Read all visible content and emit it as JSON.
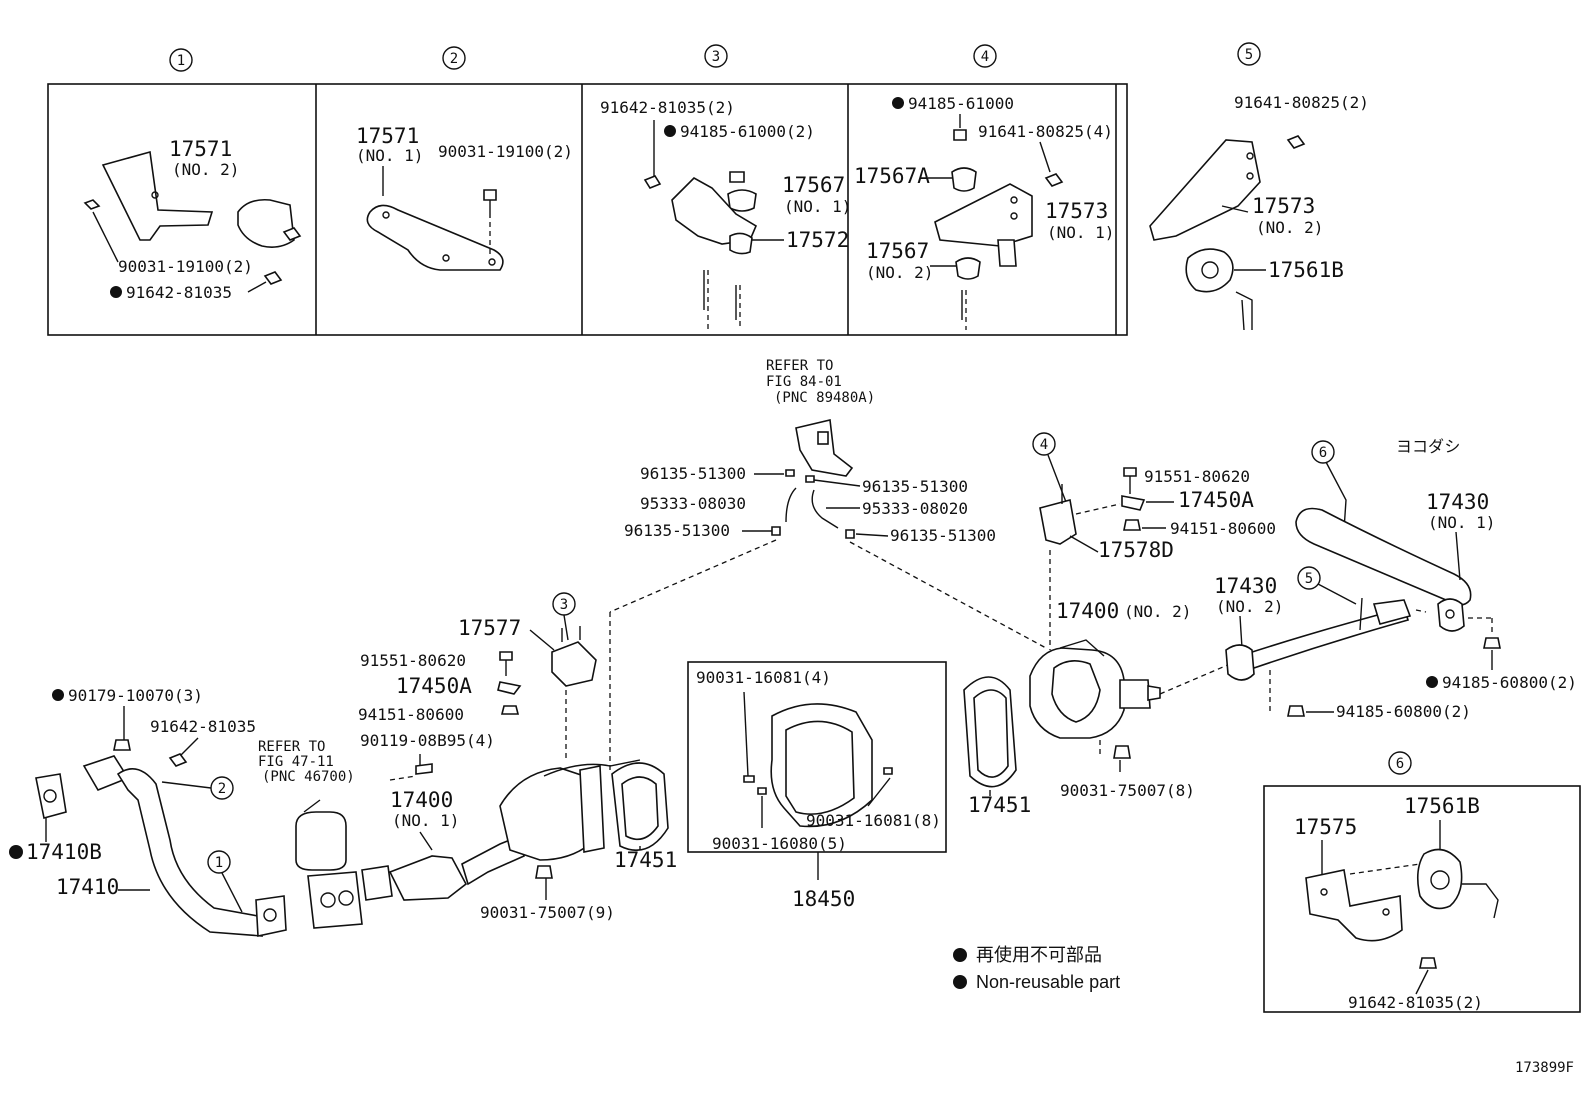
{
  "panels": [
    {
      "num": "1",
      "labels": [
        "17571",
        "(NO. 2)",
        "90031-19100(2)",
        "91642-81035"
      ]
    },
    {
      "num": "2",
      "labels": [
        "17571",
        "(NO. 1)",
        "90031-19100(2)"
      ]
    },
    {
      "num": "3",
      "labels": [
        "91642-81035(2)",
        "94185-61000(2)",
        "17567",
        "(NO. 1)",
        "17572"
      ]
    },
    {
      "num": "4",
      "labels": [
        "94185-61000",
        "91641-80825(4)",
        "17567A",
        "17573",
        "(NO. 1)",
        "17567",
        "(NO. 2)"
      ]
    },
    {
      "num": "5",
      "labels": [
        "91641-80825(2)",
        "17573",
        "(NO. 2)",
        "17561B"
      ]
    }
  ],
  "panel6": {
    "num": "6",
    "labels": [
      "17575",
      "17561B",
      "91642-81035(2)"
    ]
  },
  "main": {
    "refer_top": [
      "REFER TO",
      "FIG 84-01",
      "(PNC 89480A)"
    ],
    "refer_left": [
      "REFER TO",
      "FIG 47-11",
      "(PNC 46700)"
    ],
    "hoses": [
      "96135-51300",
      "96135-51300",
      "95333-08030",
      "95333-08020",
      "96135-51300",
      "96135-51300"
    ],
    "bracket3": [
      "17577",
      "91551-80620",
      "17450A",
      "94151-80600",
      "90119-08B95(4)"
    ],
    "front": [
      "90179-10070(3)",
      "91642-81035",
      "17410B",
      "17410"
    ],
    "cat": [
      "17400",
      "(NO. 1)",
      "90031-75007(9)",
      "17451"
    ],
    "heatshield_box": [
      "90031-16081(4)",
      "90031-16081(8)",
      "90031-16080(5)",
      "18450"
    ],
    "rear_bracket": [
      "91551-80620",
      "17450A",
      "94151-80600",
      "17578D"
    ],
    "muffler": [
      "17400",
      "(NO. 2)",
      "17451",
      "90031-75007(8)"
    ],
    "tail": [
      "ヨコダシ",
      "17430",
      "(NO. 1)",
      "17430",
      "(NO. 2)",
      "94185-60800(2)",
      "94185-60800(2)"
    ],
    "callouts": [
      "1",
      "2",
      "3",
      "4",
      "5",
      "6"
    ]
  },
  "legend": {
    "jp": "再使用不可部品",
    "en": "Non-reusable part"
  },
  "figure_id": "173899F"
}
